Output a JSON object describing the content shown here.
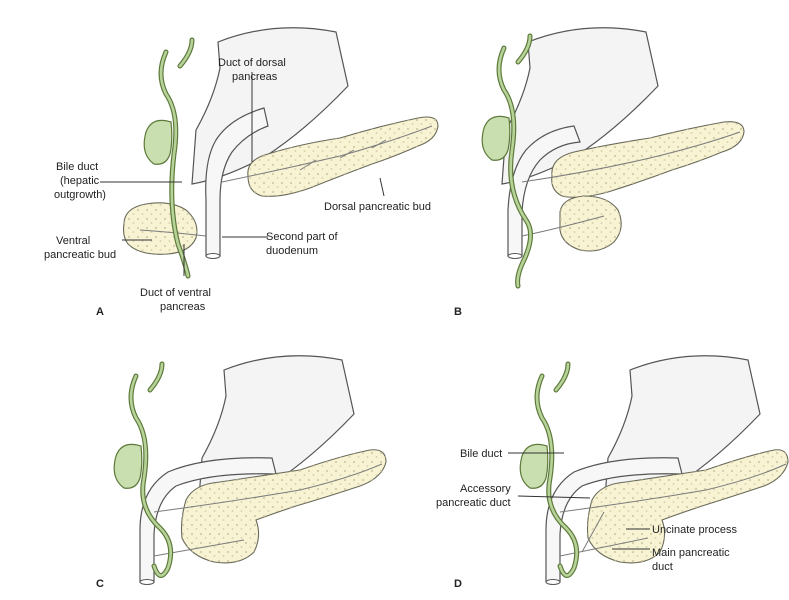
{
  "panels": {
    "a": "A",
    "b": "B",
    "c": "C",
    "d": "D"
  },
  "labels": {
    "duct_dorsal_1": "Duct of dorsal",
    "duct_dorsal_2": "pancreas",
    "bile_duct_1": "Bile duct",
    "bile_duct_2": "(hepatic",
    "bile_duct_3": "outgrowth)",
    "dorsal_bud": "Dorsal pancreatic bud",
    "ventral_bud_1": "Ventral",
    "ventral_bud_2": "pancreatic bud",
    "second_part_1": "Second part of",
    "second_part_2": "duodenum",
    "duct_ventral_1": "Duct of ventral",
    "duct_ventral_2": "pancreas",
    "bile_duct_d": "Bile duct",
    "accessory_1": "Accessory",
    "accessory_2": "pancreatic duct",
    "uncinate": "Uncinate process",
    "main_duct_1": "Main pancreatic",
    "main_duct_2": "duct"
  },
  "colors": {
    "bile_duct": "#5d7a3a",
    "gallbladder": "#c9dfb0",
    "pancreas": "#f7f3d3",
    "stomach": "#f4f4f4"
  }
}
